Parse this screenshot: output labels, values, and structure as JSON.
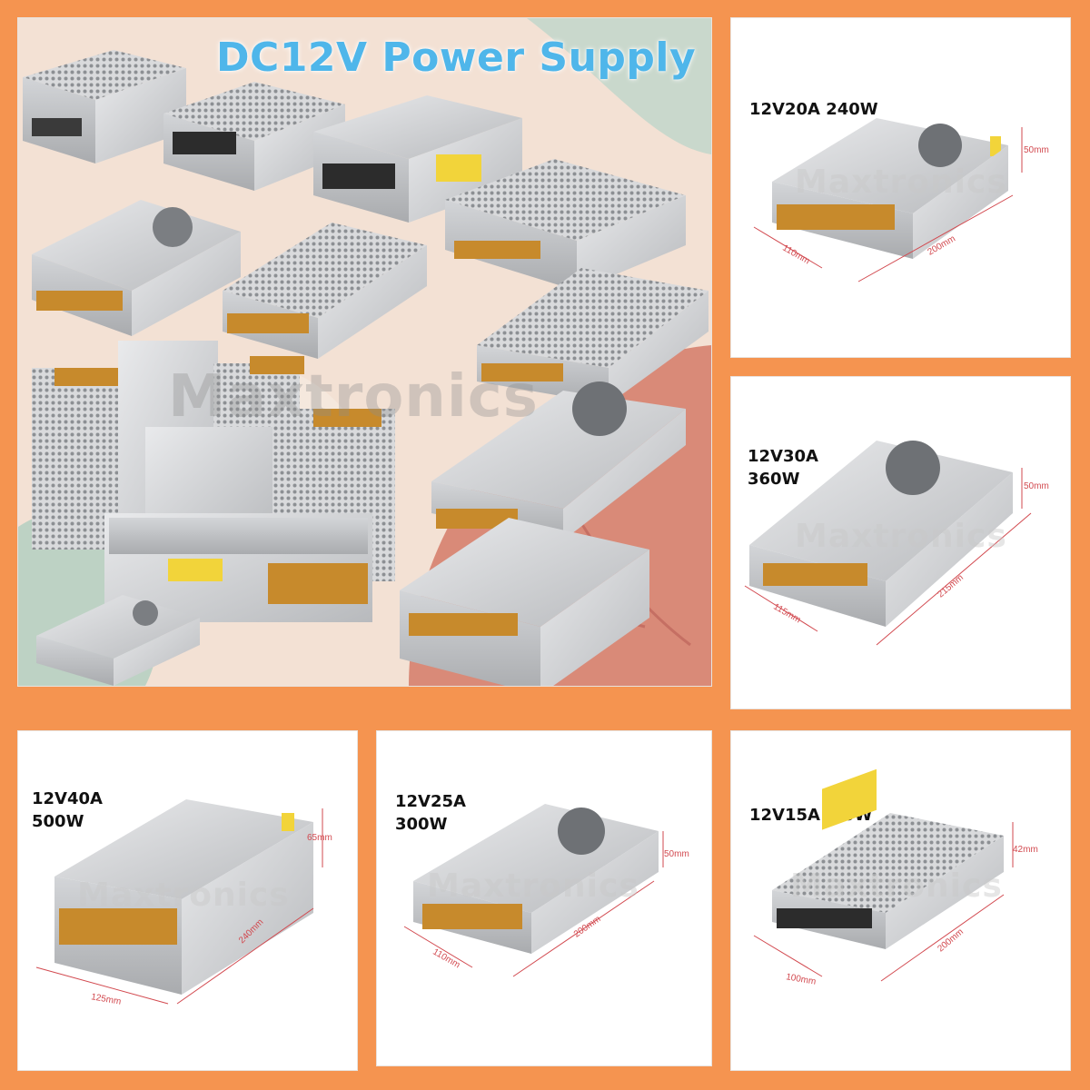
{
  "hero": {
    "title": "DC12V Power Supply",
    "watermark": "Maxtronics"
  },
  "products": [
    {
      "id": "p240",
      "label": "12V20A 240W",
      "dims": {
        "height": "50mm",
        "width": "110mm",
        "length": "200mm"
      },
      "watermark": "Maxtronics"
    },
    {
      "id": "p360",
      "label": "12V30A\n360W",
      "dims": {
        "height": "50mm",
        "width": "115mm",
        "length": "215mm"
      },
      "watermark": "Maxtronics"
    },
    {
      "id": "p500",
      "label": "12V40A\n500W",
      "dims": {
        "height": "65mm",
        "width": "125mm",
        "length": "240mm"
      },
      "watermark": "Maxtronics"
    },
    {
      "id": "p300",
      "label": "12V25A\n300W",
      "dims": {
        "height": "50mm",
        "width": "110mm",
        "length": "200mm"
      },
      "watermark": "Maxtronics"
    },
    {
      "id": "p180",
      "label": "12V15A180W",
      "dims": {
        "height": "42mm",
        "width": "100mm",
        "length": "200mm"
      },
      "watermark": "Maxtronics"
    }
  ],
  "colors": {
    "frame": "#f59450",
    "title": "#4fb6ea",
    "dimension": "#d2494f",
    "label_yellow": "#f2d43a",
    "terminal": "#c78a2c"
  }
}
